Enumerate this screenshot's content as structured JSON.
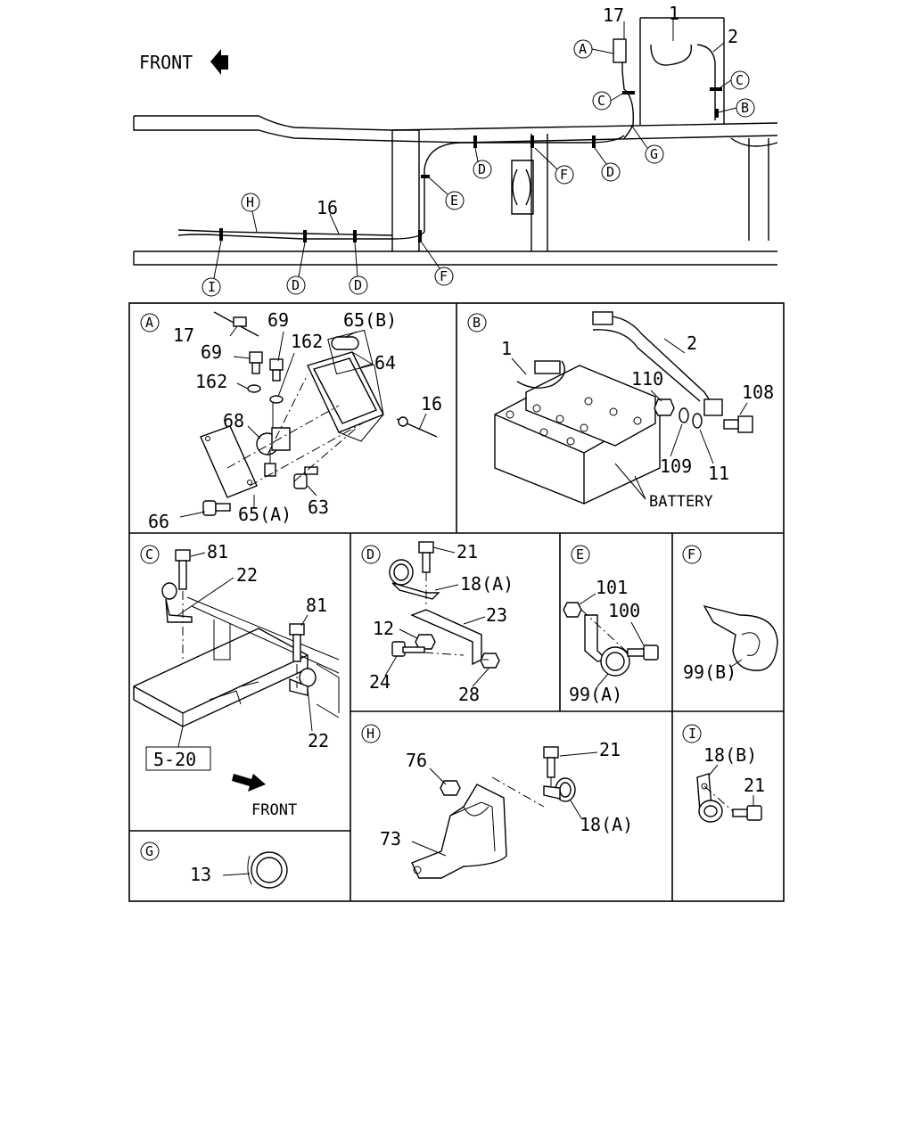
{
  "overview": {
    "front_label": "FRONT",
    "labels": [
      "17",
      "1",
      "2",
      "16"
    ],
    "callouts": [
      "A",
      "C",
      "C",
      "B",
      "G",
      "D",
      "F",
      "D",
      "E",
      "H",
      "F",
      "I",
      "D",
      "D"
    ]
  },
  "panels": {
    "A": {
      "letter": "A",
      "labels": [
        "17",
        "69",
        "69",
        "162",
        "162",
        "65(B)",
        "64",
        "16",
        "68",
        "66",
        "65(A)",
        "63"
      ]
    },
    "B": {
      "letter": "B",
      "labels": [
        "1",
        "2",
        "110",
        "108",
        "109",
        "11",
        "BATTERY"
      ]
    },
    "C": {
      "letter": "C",
      "labels": [
        "81",
        "22",
        "81",
        "22",
        "5-20",
        "FRONT"
      ]
    },
    "D": {
      "letter": "D",
      "labels": [
        "21",
        "18(A)",
        "23",
        "12",
        "24",
        "28"
      ]
    },
    "E": {
      "letter": "E",
      "labels": [
        "101",
        "100",
        "99(A)"
      ]
    },
    "F": {
      "letter": "F",
      "labels": [
        "99(B)"
      ]
    },
    "G": {
      "letter": "G",
      "labels": [
        "13"
      ]
    },
    "H": {
      "letter": "H",
      "labels": [
        "76",
        "21",
        "18(A)",
        "73"
      ]
    },
    "I": {
      "letter": "I",
      "labels": [
        "18(B)",
        "21"
      ]
    }
  }
}
